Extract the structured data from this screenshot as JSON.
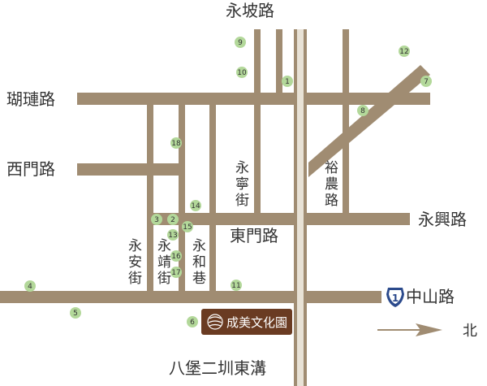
{
  "roads": {
    "yongpo": "永坡路",
    "shanlian": "瑚璉路",
    "ximen": "西門路",
    "yongning": [
      "永",
      "寧",
      "街"
    ],
    "yunong": [
      "裕",
      "農",
      "路"
    ],
    "yongxing": "永興路",
    "dongmen": "東門路",
    "yongan": [
      "永",
      "安",
      "街"
    ],
    "yongjing": [
      "永",
      "靖",
      "街"
    ],
    "yonghe": [
      "永",
      "和",
      "巷"
    ],
    "zhongshan": "中山路",
    "bapu": "八堡二圳東溝"
  },
  "highway_shield": "1",
  "north_label": "北",
  "logo_text": "成美文化園",
  "colors": {
    "road": "#a08c72",
    "pin": "#b3d89a",
    "logo_bg": "#6a3b22"
  },
  "markers": [
    "1",
    "2",
    "3",
    "4",
    "5",
    "6",
    "7",
    "8",
    "9",
    "10",
    "11",
    "12",
    "13",
    "14",
    "15",
    "16",
    "17",
    "18"
  ]
}
